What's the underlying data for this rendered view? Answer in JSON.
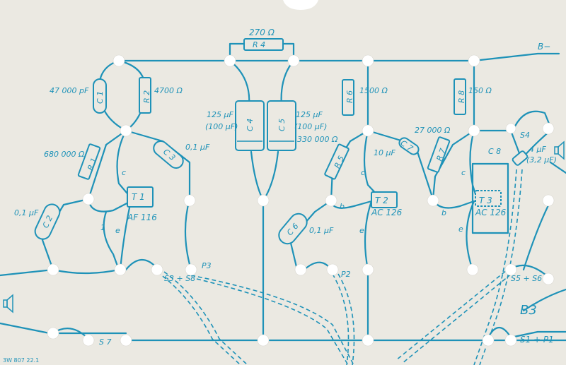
{
  "resistors": [
    {
      "ref": "R 4",
      "value": "270 Ω"
    },
    {
      "ref": "R 2",
      "value": "4700 Ω"
    },
    {
      "ref": "R 1",
      "value": "680 000 Ω"
    },
    {
      "ref": "R 6",
      "value": "1500 Ω"
    },
    {
      "ref": "R 5",
      "value": "330 000 Ω"
    },
    {
      "ref": "R 8",
      "value": "150 Ω"
    },
    {
      "ref": "R 7",
      "value": "27 000 Ω"
    }
  ],
  "capacitors": [
    {
      "ref": "C 1",
      "value": "47 000 pF"
    },
    {
      "ref": "C 2",
      "value": "0,1 μF"
    },
    {
      "ref": "C 3",
      "value": "0,1 μF"
    },
    {
      "ref": "C 4",
      "value": "125 μF",
      "alt": "(100 μF)"
    },
    {
      "ref": "C 5",
      "value": "125 μF",
      "alt": "(100 μF)"
    },
    {
      "ref": "C 6",
      "value": "0,1 μF"
    },
    {
      "ref": "C 7",
      "value": "10 μF"
    },
    {
      "ref": "C 8",
      "value": "4 μF",
      "alt": "(3,2 μF)"
    }
  ],
  "transistors": [
    {
      "ref": "T 1",
      "type": "AF 116"
    },
    {
      "ref": "T 2",
      "type": "AC 126"
    },
    {
      "ref": "T 3",
      "type": "AC 126"
    }
  ],
  "pins": {
    "c": "c",
    "b": "b",
    "e": "e",
    "one": "1"
  },
  "terminals": {
    "b_minus": "B−",
    "s7": "S 7",
    "s3s8": "S3 + S8",
    "p3": "P3",
    "p2": "P2",
    "s4": "S4",
    "s5s6": "S5 + S6",
    "s1p1": "S1 + P1"
  },
  "board_id": "B3",
  "print_code": "3W 807 22.1",
  "icons": [
    "speaker-icon-left",
    "speaker-icon-right"
  ]
}
